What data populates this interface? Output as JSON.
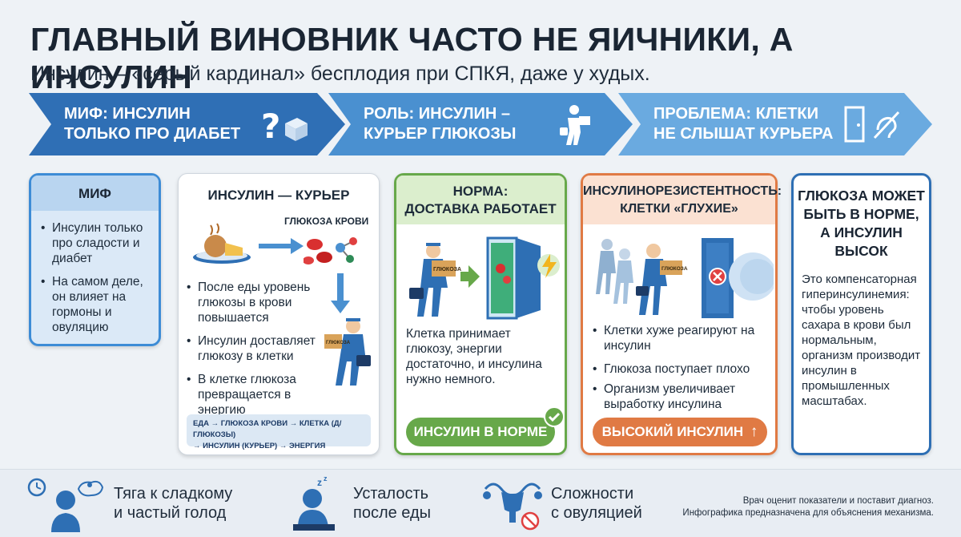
{
  "title": "ГЛАВНЫЙ ВИНОВНИК ЧАСТО НЕ ЯИЧНИКИ, А ИНСУЛИН",
  "subtitle": "Инсулин – «серый кардинал» бесплодия при СПКЯ, даже у худых.",
  "arrows": [
    {
      "line1": "МИФ: ИНСУЛИН",
      "line2": "ТОЛЬКО ПРО ДИАБЕТ",
      "icon": "question-sugar-icon"
    },
    {
      "line1": "РОЛЬ: ИНСУЛИН –",
      "line2": "КУРЬЕР ГЛЮКОЗЫ",
      "icon": "courier-icon"
    },
    {
      "line1": "ПРОБЛЕМА: КЛЕТКИ",
      "line2": "НЕ СЛЫШАТ КУРЬЕРА",
      "icon": "door-deaf-icon"
    }
  ],
  "card_myth": {
    "head": "МИФ",
    "items": [
      "Инсулин только про сладости и диабет",
      "На самом деле, он влияет на гормоны и овуляцию"
    ]
  },
  "card_courier": {
    "head": "ИНСУЛИН — КУРЬЕР",
    "glucose_label": "ГЛЮКОЗА КРОВИ",
    "box_label": "ГЛЮКОЗА",
    "items": [
      "После еды уровень глюкозы в крови повышается",
      "Инсулин доставляет глюкозу в клетки",
      "В клетке глюкоза превращается в энергию"
    ],
    "chain1": "ЕДА → ГЛЮКОЗА КРОВИ → КЛЕТКА (Д/ГЛЮКОЗЫ)",
    "chain2": "→ ИНСУЛИН (КУРЬЕР) → ЭНЕРГИЯ"
  },
  "card_norm": {
    "head1": "НОРМА:",
    "head2": "ДОСТАВКА РАБОТАЕТ",
    "box_label": "ГЛЮКОЗА",
    "text": "Клетка принимает глюкозу, энергии достаточно, и инсулина нужно немного.",
    "pill": "ИНСУЛИН В НОРМЕ"
  },
  "card_resist": {
    "head1": "ИНСУЛИНОРЕЗИСТЕНТНОСТЬ:",
    "head2": "КЛЕТКИ «ГЛУХИЕ»",
    "box_label": "ГЛЮКОЗА",
    "items": [
      "Клетки хуже реагируют на инсулин",
      "Глюкоза поступает плохо",
      "Организм увеличивает выработку инсулина"
    ],
    "pill": "ВЫСОКИЙ ИНСУЛИН"
  },
  "card_high": {
    "head1": "ГЛЮКОЗА МОЖЕТ",
    "head2": "БЫТЬ В НОРМЕ,",
    "head3": "А ИНСУЛИН",
    "head4": "ВЫСОК",
    "text": "Это компенсаторная гиперинсулинемия: чтобы уровень сахара в крови был нормальным, организм производит инсулин в промышленных масштабах."
  },
  "bottom": {
    "items": [
      {
        "line1": "Тяга к сладкому",
        "line2": "и частый голод",
        "icon": "woman-craving-icon"
      },
      {
        "line1": "Усталость",
        "line2": "после еды",
        "icon": "tired-woman-icon"
      },
      {
        "line1": "Сложности",
        "line2": "с овуляцией",
        "icon": "uterus-icon"
      }
    ],
    "note1": "Врач оценит показатели и поставит диагноз.",
    "note2": "Инфографика предназначена для объяснения механизма."
  },
  "colors": {
    "arrow1": "#2f6fb5",
    "arrow2": "#4a90d0",
    "arrow3": "#6aaae0",
    "green": "#67a84a",
    "orange": "#e07a44",
    "navy": "#2e6fb4"
  }
}
